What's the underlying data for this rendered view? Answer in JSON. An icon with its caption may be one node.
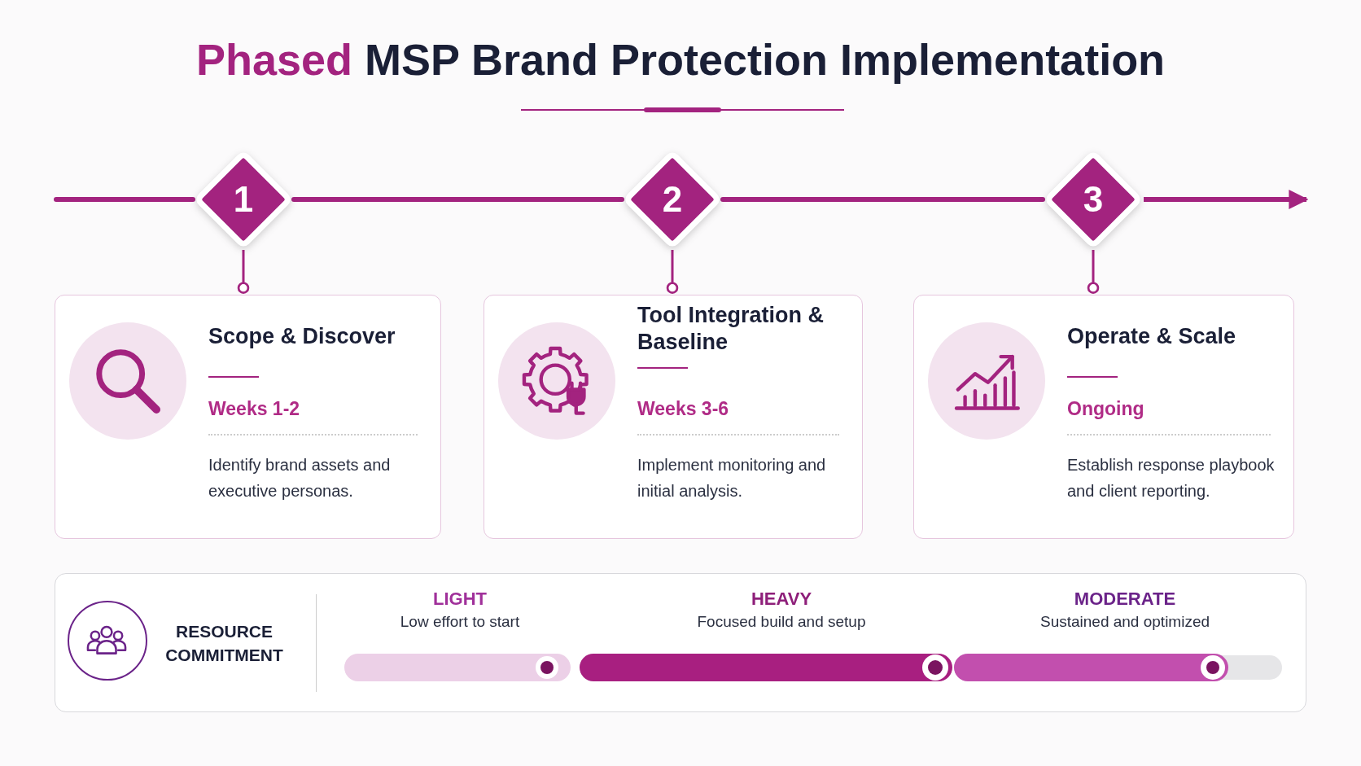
{
  "diagram": {
    "title": "**Phased** MSP Brand Protection Implementation",
    "nodes": [
      {
        "text": [
          "1"
        ]
      },
      {
        "text": [
          "2"
        ]
      },
      {
        "text": [
          "3"
        ]
      },
      {
        "text": [
          "Scope & Discover",
          "Weeks 1-2",
          "Identify brand assets and executive personas."
        ]
      },
      {
        "text": [
          "Tool Integration & Baseline",
          "Weeks 3-6",
          "Implement monitoring and initial analysis."
        ]
      },
      {
        "text": [
          "Operate & Scale",
          "Ongoing",
          "Establish response playbook and client reporting."
        ]
      },
      {
        "text": [
          "RESOURCE COMMITMENT"
        ]
      }
    ],
    "edges": [
      {
        "from": null,
        "to": 0,
        "arrow": "none"
      },
      {
        "from": 0,
        "to": 1,
        "arrow": "none"
      },
      {
        "from": 1,
        "to": 2,
        "arrow": "none"
      },
      {
        "from": 2,
        "to": null,
        "arrow": "to"
      },
      {
        "from": 0,
        "to": 3,
        "arrow": "other"
      },
      {
        "from": 1,
        "to": 4,
        "arrow": "other"
      },
      {
        "from": 2,
        "to": 5,
        "arrow": "other"
      }
    ],
    "labels": [
      "LIGHT",
      "Low effort to start",
      "HEAVY",
      "Focused build and setup",
      "MODERATE",
      "Sustained and optimized"
    ]
  }
}
